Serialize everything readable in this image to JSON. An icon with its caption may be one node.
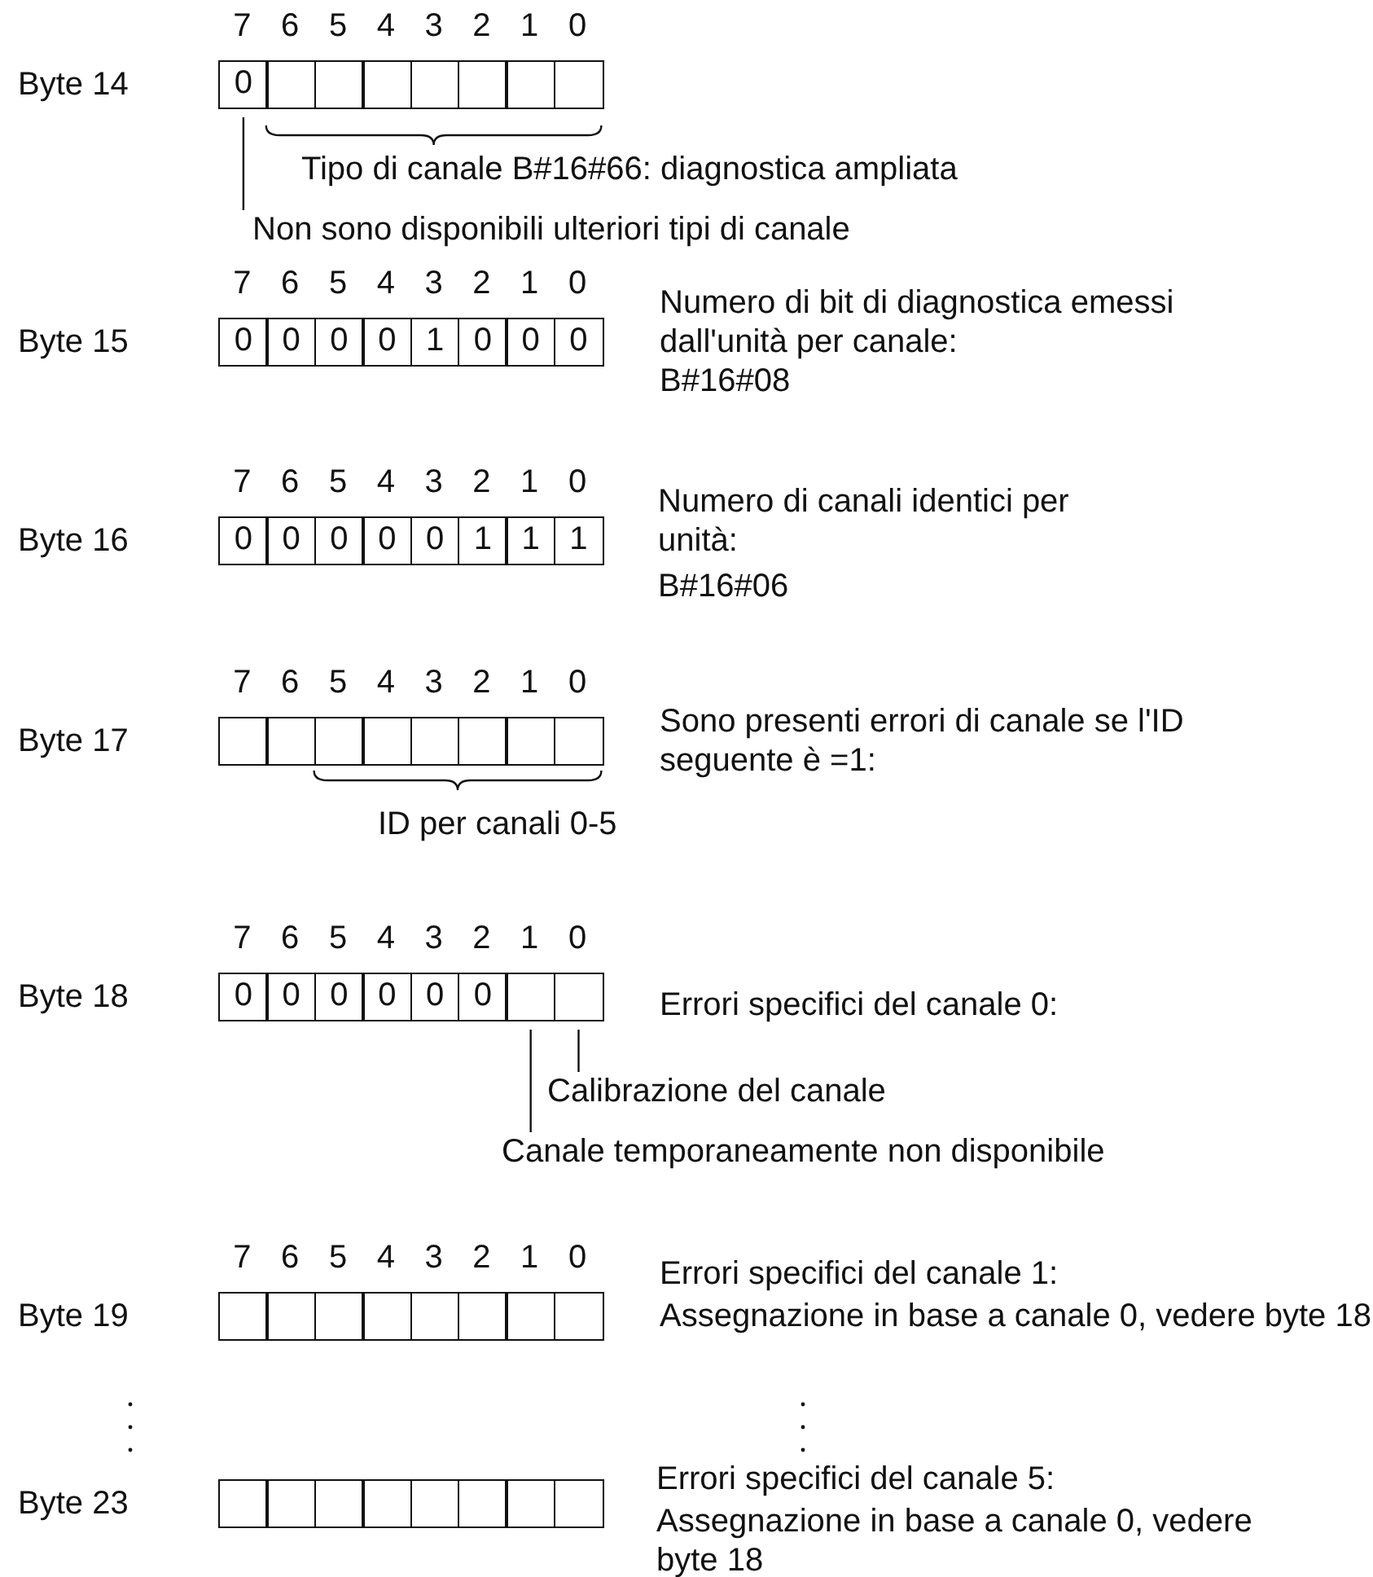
{
  "diagram": {
    "nodes": [
      {
        "text": [
          "0"
        ]
      },
      {
        "text": [],
        "shape": "box"
      },
      {
        "text": [],
        "shape": "box"
      },
      {
        "text": [],
        "shape": "box"
      },
      {
        "text": [],
        "shape": "box"
      },
      {
        "text": [],
        "shape": "box"
      },
      {
        "text": [],
        "shape": "box"
      },
      {
        "text": [],
        "shape": "box"
      },
      {
        "text": [
          "Non sono disponibili ulteriori tipi di canale"
        ]
      },
      {
        "text": [
          "0"
        ]
      },
      {
        "text": [
          "0"
        ]
      },
      {
        "text": [
          "0"
        ]
      },
      {
        "text": [
          "0"
        ]
      },
      {
        "text": [
          "1"
        ]
      },
      {
        "text": [
          "0"
        ]
      },
      {
        "text": [
          "0"
        ]
      },
      {
        "text": [
          "0"
        ]
      },
      {
        "text": [
          "0"
        ]
      },
      {
        "text": [
          "0"
        ]
      },
      {
        "text": [
          "0"
        ]
      },
      {
        "text": [
          "0"
        ]
      },
      {
        "text": [
          "0"
        ]
      },
      {
        "text": [
          "1"
        ]
      },
      {
        "text": [
          "1"
        ]
      },
      {
        "text": [
          "1"
        ]
      },
      {
        "text": [],
        "shape": "box"
      },
      {
        "text": [],
        "shape": "box"
      },
      {
        "text": [],
        "shape": "box"
      },
      {
        "text": [],
        "shape": "box"
      },
      {
        "text": [],
        "shape": "box"
      },
      {
        "text": [],
        "shape": "box"
      },
      {
        "text": [],
        "shape": "box"
      },
      {
        "text": [],
        "shape": "box"
      },
      {
        "text": [
          "0"
        ]
      },
      {
        "text": [
          "0"
        ]
      },
      {
        "text": [
          "0"
        ]
      },
      {
        "text": [
          "0"
        ]
      },
      {
        "text": [
          "0"
        ]
      },
      {
        "text": [
          "0"
        ]
      },
      {
        "text": [],
        "shape": "box"
      },
      {
        "text": [],
        "shape": "box"
      },
      {
        "text": [
          "Calibrazione del canale"
        ]
      },
      {
        "text": [
          "Canale temporaneamente non disponibile"
        ]
      },
      {
        "text": [],
        "shape": "box"
      },
      {
        "text": [],
        "shape": "box"
      },
      {
        "text": [],
        "shape": "box"
      },
      {
        "text": [],
        "shape": "box"
      },
      {
        "text": [],
        "shape": "box"
      },
      {
        "text": [],
        "shape": "box"
      },
      {
        "text": [],
        "shape": "box"
      },
      {
        "text": [],
        "shape": "box"
      },
      {
        "text": [],
        "shape": "box"
      },
      {
        "text": [],
        "shape": "box"
      },
      {
        "text": [],
        "shape": "box"
      },
      {
        "text": [],
        "shape": "box"
      },
      {
        "text": [],
        "shape": "box"
      },
      {
        "text": [],
        "shape": "box"
      },
      {
        "text": [],
        "shape": "box"
      },
      {
        "text": [],
        "shape": "box"
      }
    ],
    "edges": [
      {
        "from": 8,
        "to": 0,
        "arrow": "none"
      },
      {
        "from": 41,
        "to": 40,
        "arrow": "none"
      },
      {
        "from": 42,
        "to": 39,
        "arrow": "none"
      }
    ],
    "labels": [
      "7",
      "6",
      "5",
      "4",
      "3",
      "2",
      "1",
      "0",
      "Byte 14",
      "Tipo di canale B#16#66: diagnostica ampliata",
      "7",
      "6",
      "5",
      "4",
      "3",
      "2",
      "1",
      "0",
      "Byte 15",
      "Numero di bit di diagnostica emessi dall'unità per canale:",
      "B#16#08",
      "7",
      "6",
      "5",
      "4",
      "3",
      "2",
      "1",
      "0",
      "Byte 16",
      "Numero di canali identici per unità:",
      "B#16#06",
      "7",
      "6",
      "5",
      "4",
      "3",
      "2",
      "1",
      "0",
      "Byte 17",
      "Sono presenti errori di canale se l'ID seguente è =1:",
      "ID per canali 0-5",
      "7",
      "6",
      "5",
      "4",
      "3",
      "2",
      "1",
      "0",
      "Byte 18",
      "Errori specifici del canale 0:",
      "7",
      "6",
      "5",
      "4",
      "3",
      "2",
      "1",
      "0",
      "Byte 19",
      "Errori specifici del canale 1:",
      "Assegnazione in base a canale 0, vedere byte 18",
      "Byte 23",
      "Errori specifici del canale 5:",
      "Assegnazione in base a canale 0, vedere byte 18"
    ]
  }
}
